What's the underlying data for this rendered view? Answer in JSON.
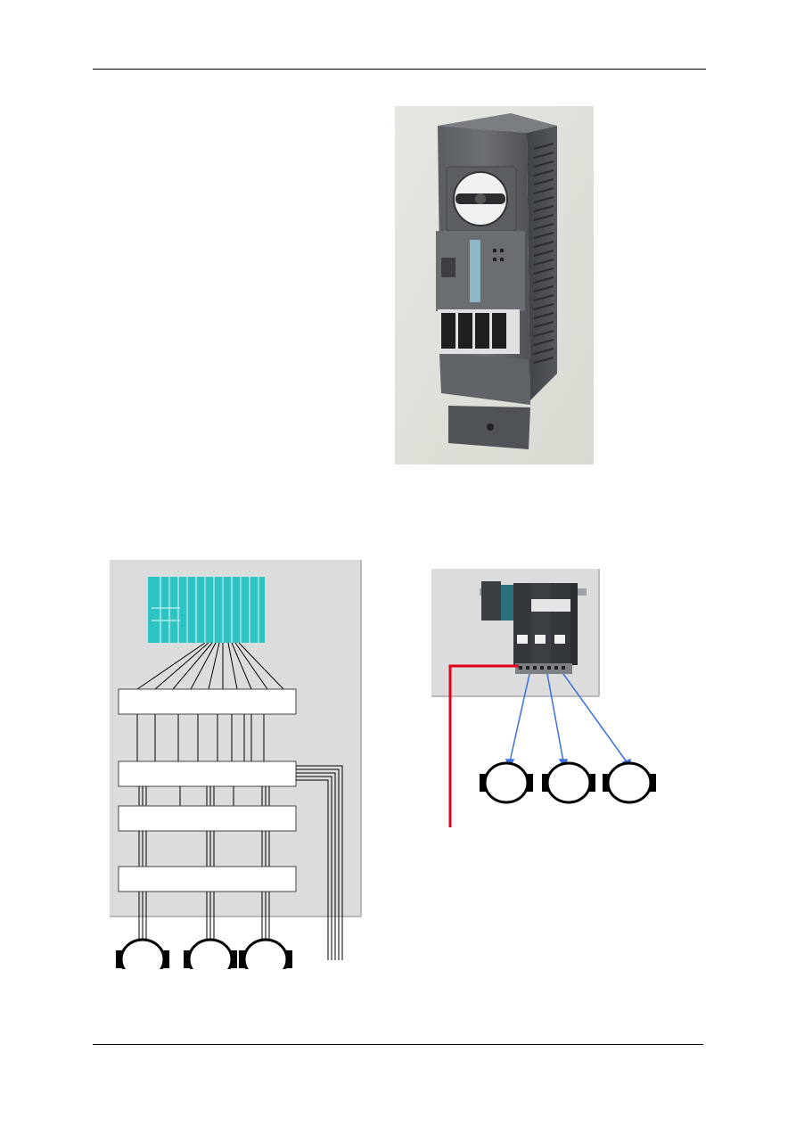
{
  "page": {
    "header_rule": true,
    "footer_rule": true
  },
  "figures": {
    "product_photo": {
      "subject": "motor-starter-device-photo"
    },
    "conventional_wiring": {
      "motors": 3,
      "colors": {
        "cabinet": "#dcdcdc",
        "plc": "#2ec4c4",
        "block_fill": "#ffffff"
      }
    },
    "distributed_wiring": {
      "motors": 3,
      "colors": {
        "cabinet": "#dcdcdc",
        "bus_line": "#e0001a",
        "motor_link": "#3a6fe0"
      }
    }
  }
}
